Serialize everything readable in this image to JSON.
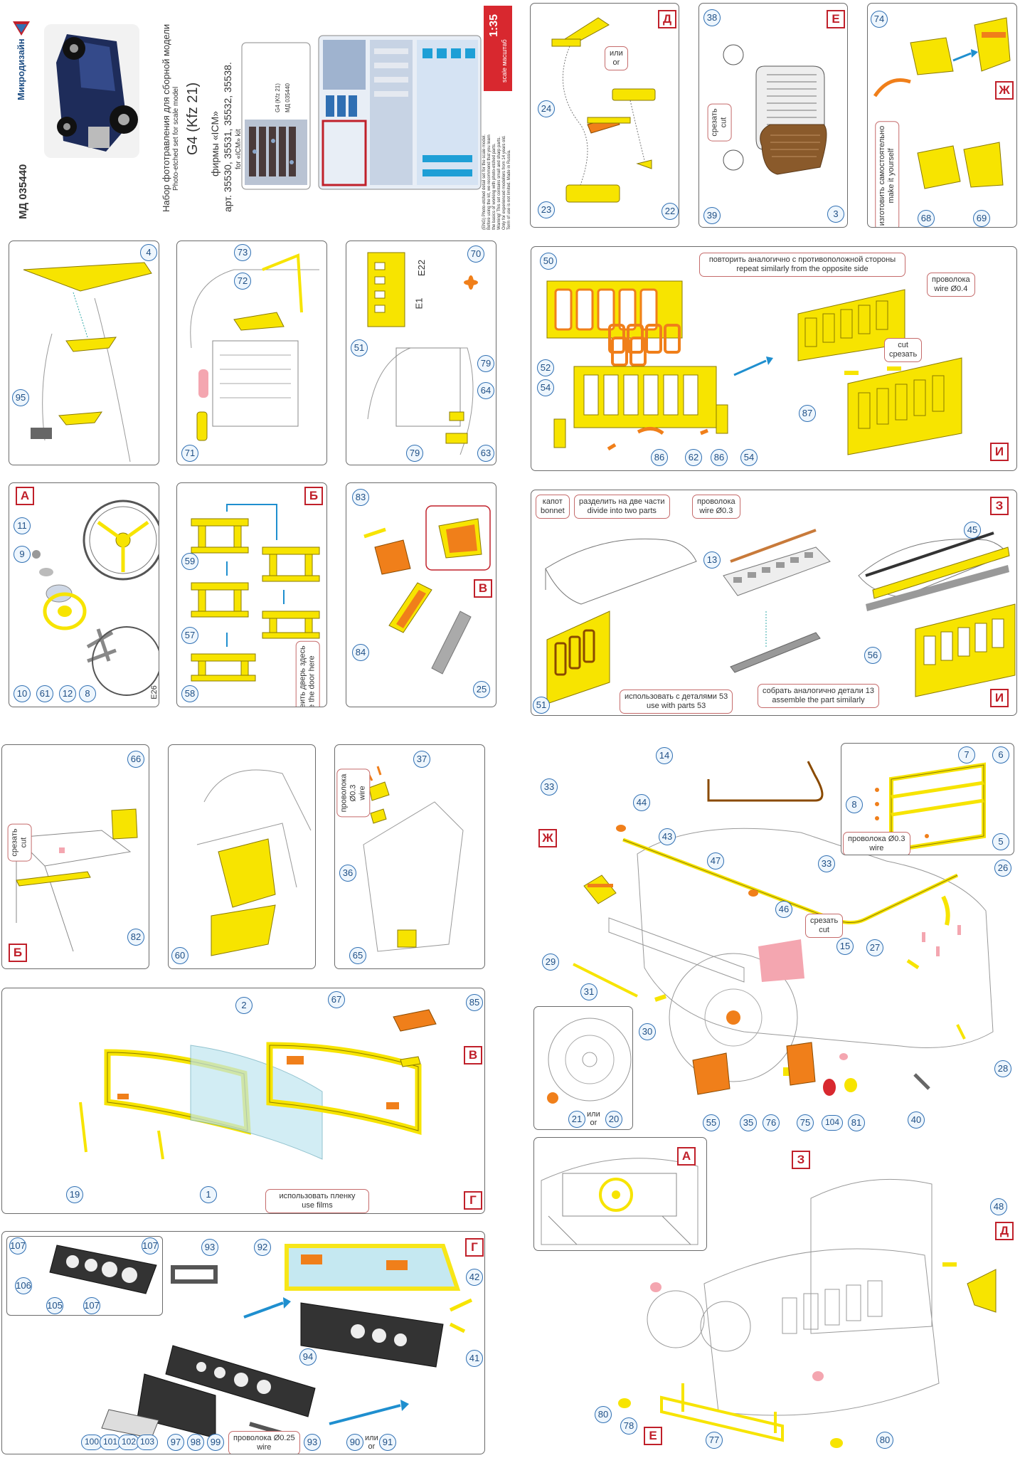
{
  "cover": {
    "brand": "Микродизайн",
    "catalog_no": "МД 035440",
    "title_ru": "Набор фототравления для сборной модели",
    "title_en": "Photo-etched set for scale model",
    "model": "G4 (Kfz 21)",
    "maker_line": "фирмы «ICM»",
    "articles": "арт. 35530, 35531, 35532, 35538.",
    "for_kit": "for «ICM» kit",
    "scale_label": "scale масштаб",
    "scale": "1:35",
    "fret_label_1": "G4 (Kfz 21)",
    "fret_label_2": "МД 035440",
    "disclaimer": [
      "(ENG) Photo-etched detail set for the scale model.",
      "Before using the kit, we recommend that you learn",
      "the basics of working with photo-etched parts.",
      "Warning! This set contains small and sharp parts.",
      "Only for experienced modellers from 14 years old.",
      "Term of use is not limited. Made in Russia."
    ]
  },
  "sections": {
    "a": "А",
    "b": "Б",
    "v": "В",
    "g": "Г",
    "d": "Д",
    "e": "Е",
    "zh": "Ж",
    "z": "З",
    "i": "И"
  },
  "notes": {
    "or_ru": "или",
    "or_en": "or",
    "cut_ru": "срезать",
    "cut_en": "cut",
    "wire_ru": "проволока",
    "wire_en": "wire",
    "wire_03": "Ø0.3",
    "wire_04": "Ø0.4",
    "wire_025": "Ø0.25",
    "make_ru": "изготовить самостоятельно",
    "make_en": "make it yourself",
    "repeat_ru": "повторить аналогично с противоположной стороны",
    "repeat_en": "repeat similarly from the opposite side",
    "bonnet_ru": "капот",
    "bonnet_en": "bonnet",
    "divide_ru": "разделить на две части",
    "divide_en": "divide into two parts",
    "use53_ru": "использовать с деталями 53",
    "use53_en": "use with parts 53",
    "assemble_ru": "собрать аналогично детали",
    "assemble_en": "assemble the part similarly",
    "assemble_part": "13",
    "glue_door_ru": "приклеить дверь здесь",
    "glue_door_en": "glue the door here",
    "film_ru": "использовать пленку",
    "film_en": "use films",
    "e26": "E26",
    "e22": "E22",
    "e1": "E1"
  },
  "colors": {
    "part_yellow": "#f7e400",
    "part_orange": "#f07f1a",
    "part_brown": "#8a5a2b",
    "callout_blue": "#2f6fb3",
    "section_red": "#c0202a",
    "arrow_blue": "#1f8fcf",
    "film_blue": "#bfe6f0",
    "cut_pink": "#f4a6b0"
  },
  "parts": {
    "p1": "1",
    "p2": "2",
    "p3": "3",
    "p4": "4",
    "p5": "5",
    "p6": "6",
    "p7": "7",
    "p8": "8",
    "p9": "9",
    "p10": "10",
    "p11": "11",
    "p12": "12",
    "p13": "13",
    "p14": "14",
    "p15": "15",
    "p19": "19",
    "p20": "20",
    "p21": "21",
    "p22": "22",
    "p23": "23",
    "p24": "24",
    "p25": "25",
    "p26": "26",
    "p27": "27",
    "p28": "28",
    "p29": "29",
    "p30": "30",
    "p31": "31",
    "p33": "33",
    "p35": "35",
    "p36": "36",
    "p37": "37",
    "p38": "38",
    "p39": "39",
    "p40": "40",
    "p41": "41",
    "p42": "42",
    "p43": "43",
    "p44": "44",
    "p45": "45",
    "p46": "46",
    "p47": "47",
    "p48": "48",
    "p50": "50",
    "p51": "51",
    "p52": "52",
    "p54": "54",
    "p55": "55",
    "p56": "56",
    "p57": "57",
    "p58": "58",
    "p59": "59",
    "p60": "60",
    "p61": "61",
    "p62": "62",
    "p63": "63",
    "p64": "64",
    "p65": "65",
    "p66": "66",
    "p67": "67",
    "p68": "68",
    "p69": "69",
    "p70": "70",
    "p71": "71",
    "p72": "72",
    "p73": "73",
    "p74": "74",
    "p75": "75",
    "p76": "76",
    "p77": "77",
    "p78": "78",
    "p79": "79",
    "p80": "80",
    "p81": "81",
    "p82": "82",
    "p83": "83",
    "p84": "84",
    "p85": "85",
    "p86": "86",
    "p87": "87",
    "p90": "90",
    "p91": "91",
    "p92": "92",
    "p93": "93",
    "p94": "94",
    "p95": "95",
    "p97": "97",
    "p98": "98",
    "p99": "99",
    "p100": "100",
    "p101": "101",
    "p102": "102",
    "p103": "103",
    "p104": "104",
    "p105": "105",
    "p106": "106",
    "p107": "107"
  }
}
